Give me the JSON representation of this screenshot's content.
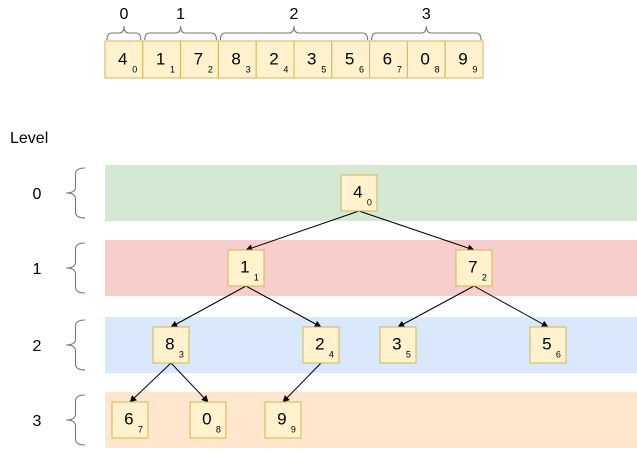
{
  "array": {
    "cells": [
      {
        "value": "4",
        "index": "0"
      },
      {
        "value": "1",
        "index": "1"
      },
      {
        "value": "7",
        "index": "2"
      },
      {
        "value": "8",
        "index": "3"
      },
      {
        "value": "2",
        "index": "4"
      },
      {
        "value": "3",
        "index": "5"
      },
      {
        "value": "5",
        "index": "6"
      },
      {
        "value": "6",
        "index": "7"
      },
      {
        "value": "0",
        "index": "8"
      },
      {
        "value": "9",
        "index": "9"
      }
    ],
    "groups": [
      {
        "label": "0",
        "first": 0,
        "last": 0
      },
      {
        "label": "1",
        "first": 1,
        "last": 2
      },
      {
        "label": "2",
        "first": 3,
        "last": 6
      },
      {
        "label": "3",
        "first": 7,
        "last": 9
      }
    ]
  },
  "level_header": "Level",
  "levels": [
    {
      "label": "0",
      "color": "#d5e8d4"
    },
    {
      "label": "1",
      "color": "#f8cecc"
    },
    {
      "label": "2",
      "color": "#dae8fc"
    },
    {
      "label": "3",
      "color": "#ffe6cc"
    }
  ],
  "tree": {
    "nodes": [
      {
        "value": "4",
        "index": "0",
        "level": 0
      },
      {
        "value": "1",
        "index": "1",
        "level": 1
      },
      {
        "value": "7",
        "index": "2",
        "level": 1
      },
      {
        "value": "8",
        "index": "3",
        "level": 2
      },
      {
        "value": "2",
        "index": "4",
        "level": 2
      },
      {
        "value": "3",
        "index": "5",
        "level": 2
      },
      {
        "value": "5",
        "index": "6",
        "level": 2
      },
      {
        "value": "6",
        "index": "7",
        "level": 3
      },
      {
        "value": "0",
        "index": "8",
        "level": 3
      },
      {
        "value": "9",
        "index": "9",
        "level": 3
      }
    ],
    "edges": [
      [
        0,
        1
      ],
      [
        0,
        2
      ],
      [
        1,
        3
      ],
      [
        1,
        4
      ],
      [
        2,
        5
      ],
      [
        2,
        6
      ],
      [
        3,
        7
      ],
      [
        3,
        8
      ],
      [
        4,
        9
      ]
    ]
  },
  "colors": {
    "node_fill": "#fff2cc",
    "node_stroke": "#d6b656"
  }
}
